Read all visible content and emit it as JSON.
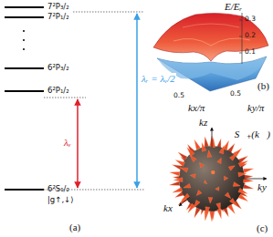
{
  "diagram": {
    "labels": [
      "7²P₃/₂",
      "7²P₁/₂",
      "6²P₃/₂",
      "6²P₁/₂",
      "6²S₁/₂",
      "|g↑,↓⟩",
      "λᵥ",
      "λᵣ = λᵥ/2",
      "(a)",
      "E/Eᵣ",
      "0.3",
      "0.2",
      "0.1",
      "0.5",
      "0.5",
      "kx/π",
      "ky/π",
      "(b)",
      "S⃗₊(k⃗)",
      "kz",
      "kx",
      "ky",
      "(c)"
    ]
  }
}
